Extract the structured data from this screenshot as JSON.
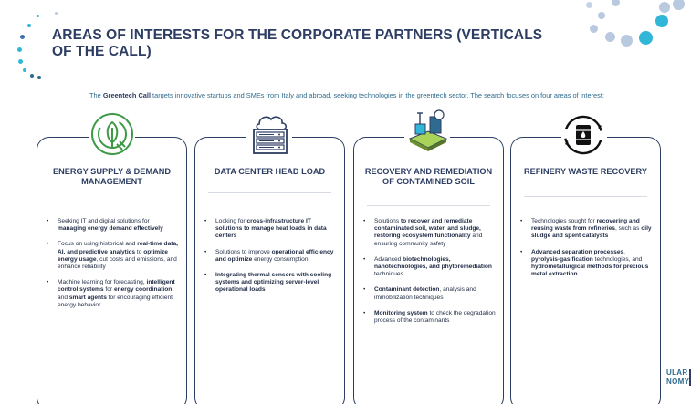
{
  "header": {
    "title": "AREAS OF INTERESTS FOR THE CORPORATE PARTNERS (VERTICALS OF THE CALL)"
  },
  "intro": {
    "before": "The ",
    "bold": "Greentech Call",
    "after": " targets innovative startups and SMEs from Italy and abroad, seeking technologies in the greentech sector. The search focuses on four areas of interest:"
  },
  "cards": [
    {
      "title": "ENERGY SUPPLY & DEMAND MANAGEMENT",
      "icon": "energy-leaf-plug-icon",
      "bullets": [
        [
          {
            "t": "Seeking IT and digital solutions for "
          },
          {
            "t": "managing energy demand effectively",
            "b": true
          }
        ],
        [
          {
            "t": "Focus on using historical and "
          },
          {
            "t": "real-time data, AI, and predictive analytics",
            "b": true
          },
          {
            "t": " to "
          },
          {
            "t": "optimize energy usage",
            "b": true
          },
          {
            "t": ", cut costs and emissions, and enhance reliability"
          }
        ],
        [
          {
            "t": "Machine learning for forecasting, "
          },
          {
            "t": "intelligent control systems",
            "b": true
          },
          {
            "t": " for "
          },
          {
            "t": "energy coordination",
            "b": true
          },
          {
            "t": ", and "
          },
          {
            "t": "smart agents",
            "b": true
          },
          {
            "t": " for encouraging efficient energy behavior"
          }
        ]
      ]
    },
    {
      "title": "DATA CENTER HEAD LOAD",
      "icon": "server-cloud-icon",
      "bullets": [
        [
          {
            "t": "Looking for "
          },
          {
            "t": "cross-infrastructure IT solutions to manage heat loads in data centers",
            "b": true
          }
        ],
        [
          {
            "t": "Solutions to improve "
          },
          {
            "t": "operational efficiency and optimize",
            "b": true
          },
          {
            "t": " energy consumption"
          }
        ],
        [
          {
            "t": "Integrating thermal sensors with cooling systems and optimizing server-level operational loads",
            "b": true
          }
        ]
      ]
    },
    {
      "title": "RECOVERY AND REMEDIATION OF CONTAMINED SOIL",
      "icon": "soil-remediation-icon",
      "bullets": [
        [
          {
            "t": "Solutions "
          },
          {
            "t": "to recover and remediate contaminated soil, water, and sludge, restoring ecosystem functionality",
            "b": true
          },
          {
            "t": " and ensuring community safety"
          }
        ],
        [
          {
            "t": "Advanced "
          },
          {
            "t": "biotechnologies, nanotechnologies, and phytoremediation",
            "b": true
          },
          {
            "t": " techniques"
          }
        ],
        [
          {
            "t": "Contaminant detection",
            "b": true
          },
          {
            "t": ", analysis and immobilization techniques"
          }
        ],
        [
          {
            "t": "Monitoring system",
            "b": true
          },
          {
            "t": " to check the degradation process of the contaminants"
          }
        ]
      ]
    },
    {
      "title": "REFINERY WASTE RECOVERY",
      "icon": "oil-barrel-recycle-icon",
      "bullets": [
        [
          {
            "t": "Technologies sought for "
          },
          {
            "t": "recovering and reusing waste from refineries",
            "b": true
          },
          {
            "t": ", such as "
          },
          {
            "t": "oily sludge and spent catalysts",
            "b": true
          }
        ],
        [
          {
            "t": "Advanced separation processes",
            "b": true
          },
          {
            "t": ", "
          },
          {
            "t": "pyrolysis-gasification",
            "b": true
          },
          {
            "t": " technologies, and "
          },
          {
            "t": "hydrometallurgical methods for precious metal extraction",
            "b": true
          }
        ]
      ]
    }
  ],
  "brand": {
    "line1": "ULAR",
    "line2": "NOMY"
  },
  "colors": {
    "navy": "#2d3d63",
    "teal": "#2e6b8f",
    "green": "#3f9a48",
    "dot_light": "#b9c9df",
    "dot_cyan": "#31b6d8"
  }
}
